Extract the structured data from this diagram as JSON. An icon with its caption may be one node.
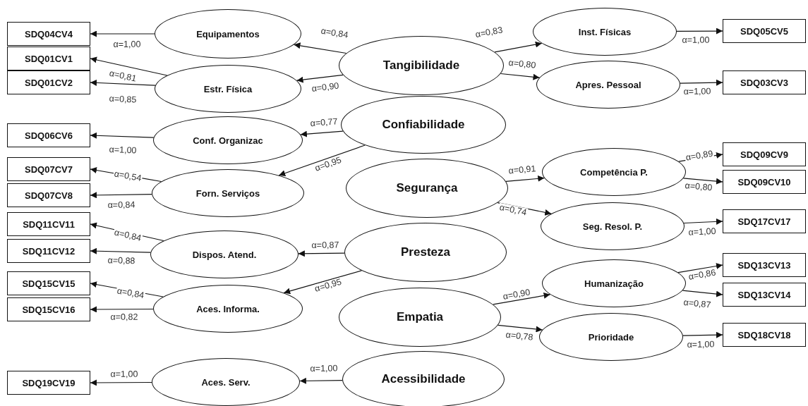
{
  "diagram": {
    "nodes": [
      {
        "text": [
          "Tangibilidade"
        ]
      },
      {
        "text": [
          "Confiabilidade"
        ]
      },
      {
        "text": [
          "Segurança"
        ]
      },
      {
        "text": [
          "Presteza"
        ]
      },
      {
        "text": [
          "Empatia"
        ]
      },
      {
        "text": [
          "Acessibilidade"
        ]
      },
      {
        "text": [
          "Equipamentos"
        ]
      },
      {
        "text": [
          "Estr. Física"
        ]
      },
      {
        "text": [
          "Conf. Organizac"
        ]
      },
      {
        "text": [
          "Forn. Serviços"
        ]
      },
      {
        "text": [
          "Dispos. Atend."
        ]
      },
      {
        "text": [
          "Aces. Informa."
        ]
      },
      {
        "text": [
          "Aces. Serv."
        ]
      },
      {
        "text": [
          "Inst. Físicas"
        ]
      },
      {
        "text": [
          "Apres. Pessoal"
        ]
      },
      {
        "text": [
          "Competência P."
        ]
      },
      {
        "text": [
          "Seg. Resol. P."
        ]
      },
      {
        "text": [
          "Humanização"
        ]
      },
      {
        "text": [
          "Prioridade"
        ]
      },
      {
        "text": [
          "SDQ04CV4"
        ]
      },
      {
        "text": [
          "SDQ01CV1"
        ]
      },
      {
        "text": [
          "SDQ01CV2"
        ]
      },
      {
        "text": [
          "SDQ06CV6"
        ]
      },
      {
        "text": [
          "SDQ07CV7"
        ]
      },
      {
        "text": [
          "SDQ07CV8"
        ]
      },
      {
        "text": [
          "SDQ11CV11"
        ]
      },
      {
        "text": [
          "SDQ11CV12"
        ]
      },
      {
        "text": [
          "SDQ15CV15"
        ]
      },
      {
        "text": [
          "SDQ15CV16"
        ]
      },
      {
        "text": [
          "SDQ19CV19"
        ]
      },
      {
        "text": [
          "SDQ05CV5"
        ]
      },
      {
        "text": [
          "SDQ03CV3"
        ]
      },
      {
        "text": [
          "SDQ09CV9"
        ]
      },
      {
        "text": [
          "SDQ09CV10"
        ]
      },
      {
        "text": [
          "SDQ17CV17"
        ]
      },
      {
        "text": [
          "SDQ13CV13"
        ]
      },
      {
        "text": [
          "SDQ13CV14"
        ]
      },
      {
        "text": [
          "SDQ18CV18"
        ]
      }
    ],
    "edges": [
      {
        "from": 0,
        "to": 6,
        "arrow": "to",
        "label": "α=0,84"
      },
      {
        "from": 0,
        "to": 7,
        "arrow": "to",
        "label": "α=0,90"
      },
      {
        "from": 0,
        "to": 13,
        "arrow": "to",
        "label": "α=0,83"
      },
      {
        "from": 0,
        "to": 14,
        "arrow": "to",
        "label": "α=0,80"
      },
      {
        "from": 1,
        "to": 8,
        "arrow": "to",
        "label": "α=0,77"
      },
      {
        "from": 1,
        "to": 9,
        "arrow": "to",
        "label": "α=0,95"
      },
      {
        "from": 2,
        "to": 15,
        "arrow": "to",
        "label": "α=0,91"
      },
      {
        "from": 2,
        "to": 16,
        "arrow": "to",
        "label": "α=0,74"
      },
      {
        "from": 3,
        "to": 10,
        "arrow": "to",
        "label": "α=0,87"
      },
      {
        "from": 3,
        "to": 11,
        "arrow": "to",
        "label": "α=0,95"
      },
      {
        "from": 4,
        "to": 17,
        "arrow": "to",
        "label": "α=0,90"
      },
      {
        "from": 4,
        "to": 18,
        "arrow": "to",
        "label": "α=0,78"
      },
      {
        "from": 5,
        "to": 12,
        "arrow": "to",
        "label": "α=1,00"
      },
      {
        "from": 6,
        "to": 19,
        "arrow": "to",
        "label": "α=1,00"
      },
      {
        "from": 7,
        "to": 20,
        "arrow": "to",
        "label": "α=0,81"
      },
      {
        "from": 7,
        "to": 21,
        "arrow": "to",
        "label": "α=0,85"
      },
      {
        "from": 8,
        "to": 22,
        "arrow": "to",
        "label": "α=1,00"
      },
      {
        "from": 9,
        "to": 23,
        "arrow": "to",
        "label": "α=0,54"
      },
      {
        "from": 9,
        "to": 24,
        "arrow": "to",
        "label": "α=0,84"
      },
      {
        "from": 10,
        "to": 25,
        "arrow": "to",
        "label": "α=0,84"
      },
      {
        "from": 10,
        "to": 26,
        "arrow": "to",
        "label": "α=0,88"
      },
      {
        "from": 11,
        "to": 27,
        "arrow": "to",
        "label": "α=0,84"
      },
      {
        "from": 11,
        "to": 28,
        "arrow": "to",
        "label": "α=0,82"
      },
      {
        "from": 12,
        "to": 29,
        "arrow": "to",
        "label": "α=1,00"
      },
      {
        "from": 13,
        "to": 30,
        "arrow": "to",
        "label": "α=1,00"
      },
      {
        "from": 14,
        "to": 31,
        "arrow": "to",
        "label": "α=1,00"
      },
      {
        "from": 15,
        "to": 32,
        "arrow": "to",
        "label": "α=0,89"
      },
      {
        "from": 15,
        "to": 33,
        "arrow": "to",
        "label": "α=0,80"
      },
      {
        "from": 16,
        "to": 34,
        "arrow": "to",
        "label": "α=1,00"
      },
      {
        "from": 17,
        "to": 35,
        "arrow": "to",
        "label": "α=0,86"
      },
      {
        "from": 17,
        "to": 36,
        "arrow": "to",
        "label": "α=0,87"
      },
      {
        "from": 18,
        "to": 37,
        "arrow": "to",
        "label": "α=1,00"
      }
    ]
  }
}
